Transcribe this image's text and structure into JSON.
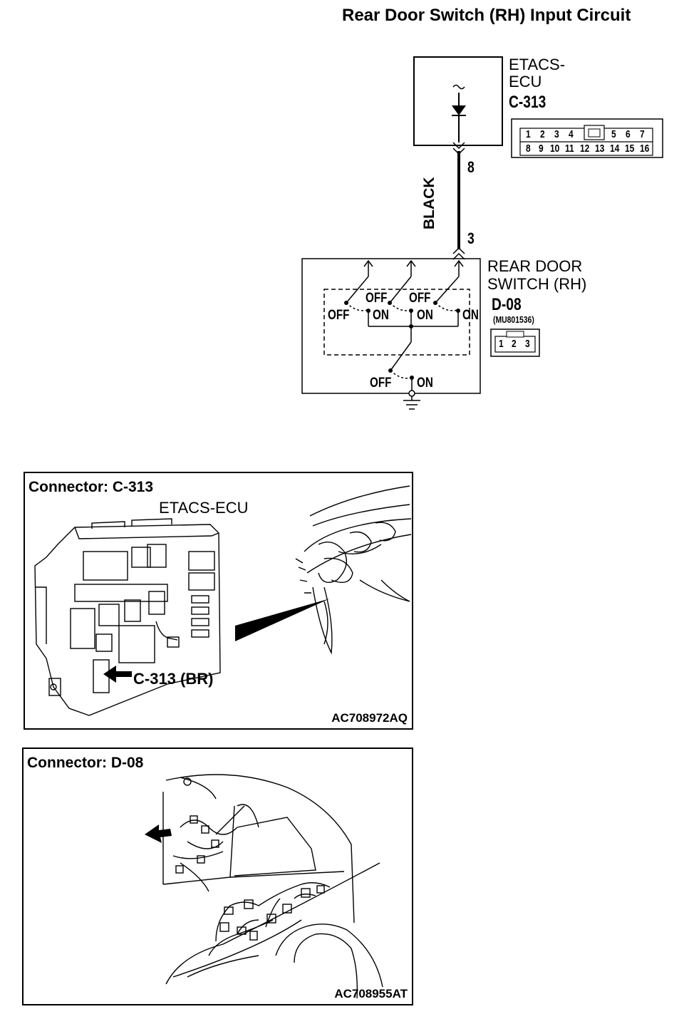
{
  "title": "Rear Door Switch (RH) Input Circuit",
  "ecu": {
    "name_line1": "ETACS-",
    "name_line2": "ECU",
    "connector": "C-313",
    "pins_top": [
      "1",
      "2",
      "3",
      "4",
      "5",
      "6",
      "7"
    ],
    "pins_bottom": [
      "8",
      "9",
      "10",
      "11",
      "12",
      "13",
      "14",
      "15",
      "16"
    ]
  },
  "wire": {
    "color_label": "BLACK",
    "pin_top": "8",
    "pin_bottom": "3"
  },
  "switch": {
    "name_line1": "REAR DOOR",
    "name_line2": "SWITCH (RH)",
    "connector": "D-08",
    "part_number": "(MU801536)",
    "pins": [
      "1",
      "2",
      "3"
    ],
    "states": {
      "off": "OFF",
      "on": "ON"
    }
  },
  "panel1": {
    "title": "Connector: C-313",
    "component_label": "ETACS-ECU",
    "callout": "C-313 (BR)",
    "code": "AC708972AQ"
  },
  "panel2": {
    "title": "Connector: D-08",
    "code": "AC708955AT"
  }
}
